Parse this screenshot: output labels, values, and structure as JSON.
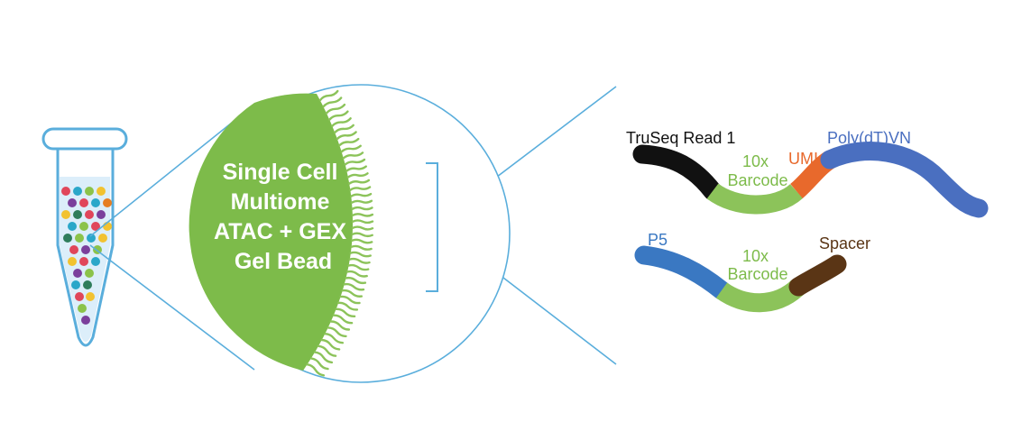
{
  "bead": {
    "label_lines": [
      "Single Cell",
      "Multiome",
      "ATAC + GEX",
      "Gel Bead"
    ]
  },
  "gex_oligo": {
    "truseq_label": "TruSeq Read 1",
    "barcode_label_line1": "10x",
    "barcode_label_line2": "Barcode",
    "umi_label": "UMI",
    "polyt_label": "Poly(dT)VN"
  },
  "atac_oligo": {
    "p5_label": "P5",
    "barcode_label_line1": "10x",
    "barcode_label_line2": "Barcode",
    "spacer_label": "Spacer"
  },
  "colors": {
    "tube_outline": "#5aaedc",
    "tube_fill": "#dceefa",
    "bead_green": "#7dbb4a",
    "bead_text": "#ffffff",
    "callout_line": "#5aaedc",
    "truseq_black": "#111111",
    "barcode_green": "#8cc35a",
    "umi_orange": "#e8692c",
    "polyt_blue": "#4a6fc0",
    "p5_blue": "#3a78c2",
    "spacer_brown": "#5a3515",
    "label_black": "#111111",
    "label_green": "#7dbb4a",
    "label_orange": "#e8692c",
    "label_blue": "#4a6fc0",
    "label_p5": "#3a78c2",
    "label_spacer": "#5a3515",
    "dot_palette": [
      "#e0465a",
      "#2aa7c9",
      "#8bc34a",
      "#f2c230",
      "#7b3f9c",
      "#2e7d5b",
      "#e67e22"
    ]
  }
}
